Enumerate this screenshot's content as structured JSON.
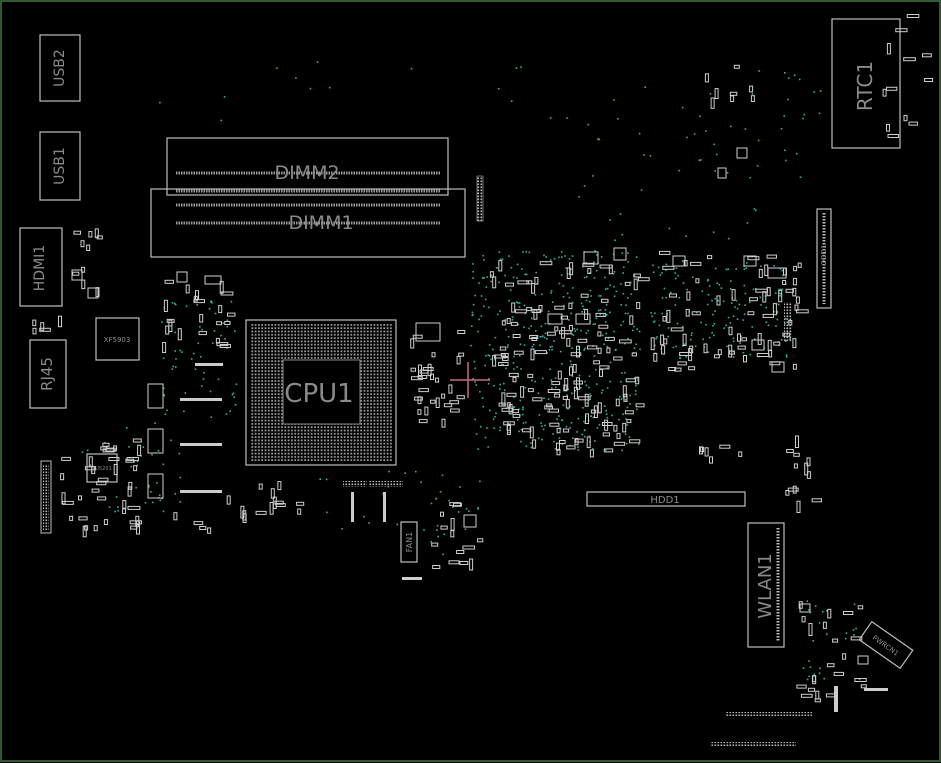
{
  "board": {
    "border_color": "#2f5a2f",
    "background": "#000000",
    "outline_color": "#bdbdbd",
    "via_color": "#2bb3a3",
    "cursor_color": "#c86a86"
  },
  "components": {
    "usb2": "USB2",
    "usb1": "USB1",
    "dimm2": "DIMM2",
    "dimm1": "DIMM1",
    "hdmi1": "HDMI1",
    "rj45": "RJ45",
    "xf": "XF5903",
    "cpu": "CPU1",
    "rtc1": "RTC1",
    "odd1": "ODD1",
    "hdd1": "HDD1",
    "wlan1": "WLAN1",
    "fan1": "FAN1",
    "pwrcn1": "PWRCN1",
    "pu": "PU5201"
  }
}
